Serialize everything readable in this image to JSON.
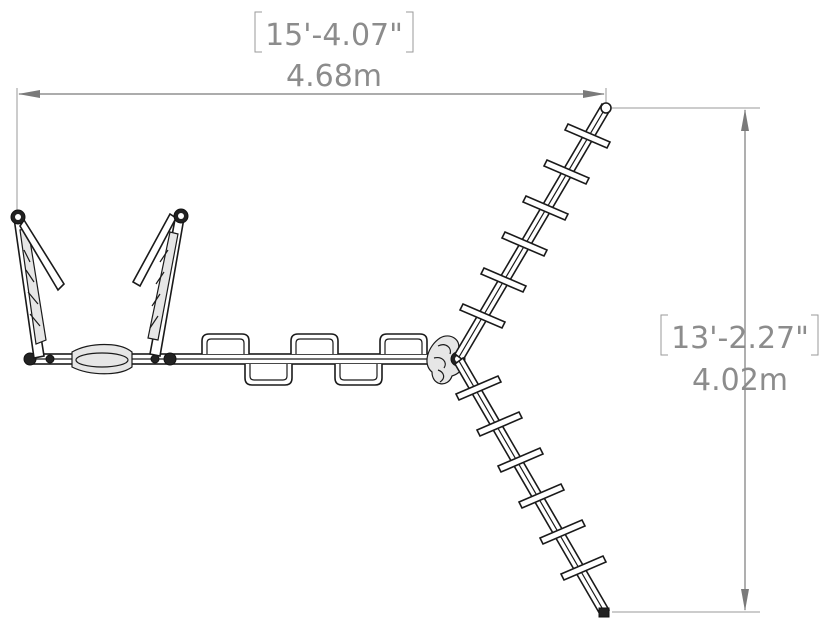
{
  "dimensions": {
    "width": {
      "imperial": "15'-4.07\"",
      "metric": "4.68m"
    },
    "height": {
      "imperial": "13'-2.27\"",
      "metric": "4.02m"
    }
  },
  "colors": {
    "dimension_text": "#8c8c8c",
    "dimension_line": "#7a7a7a",
    "linework": "#1a1a1a"
  }
}
